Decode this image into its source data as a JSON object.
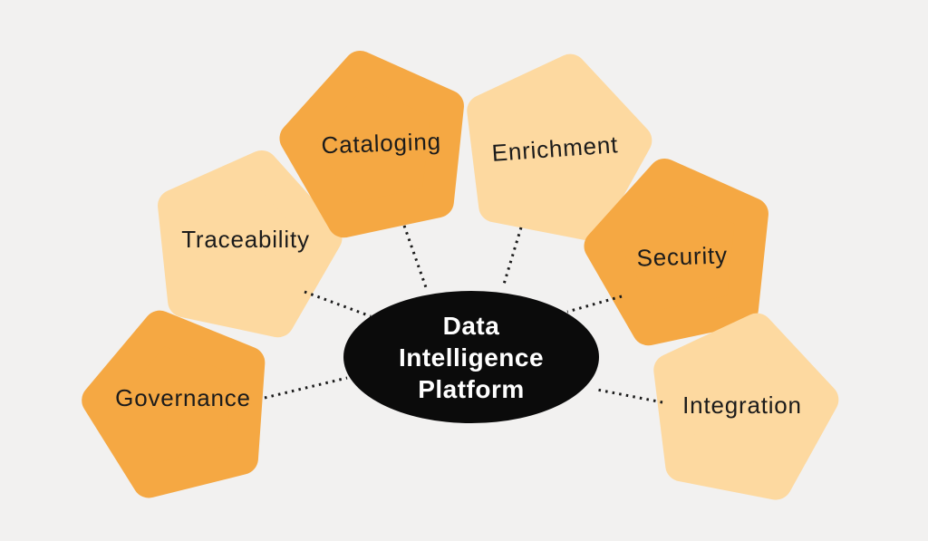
{
  "diagram": {
    "title": "Data Intelligence Platform",
    "center": {
      "lines": [
        "Data",
        "Intelligence",
        "Platform"
      ],
      "fill": "#0b0b0b",
      "text_color": "#ffffff"
    },
    "nodes": [
      {
        "id": "governance",
        "label": "Governance",
        "fill": "#f5a843"
      },
      {
        "id": "traceability",
        "label": "Traceability",
        "fill": "#fdd9a0"
      },
      {
        "id": "cataloging",
        "label": "Cataloging",
        "fill": "#f5a843"
      },
      {
        "id": "enrichment",
        "label": "Enrichment",
        "fill": "#fdd9a0"
      },
      {
        "id": "security",
        "label": "Security",
        "fill": "#f5a843"
      },
      {
        "id": "integration",
        "label": "Integration",
        "fill": "#fdd9a0"
      }
    ],
    "colors": {
      "background": "#f2f1f0",
      "connector": "#1b1b1b",
      "label_text": "#1b1b1b"
    }
  }
}
